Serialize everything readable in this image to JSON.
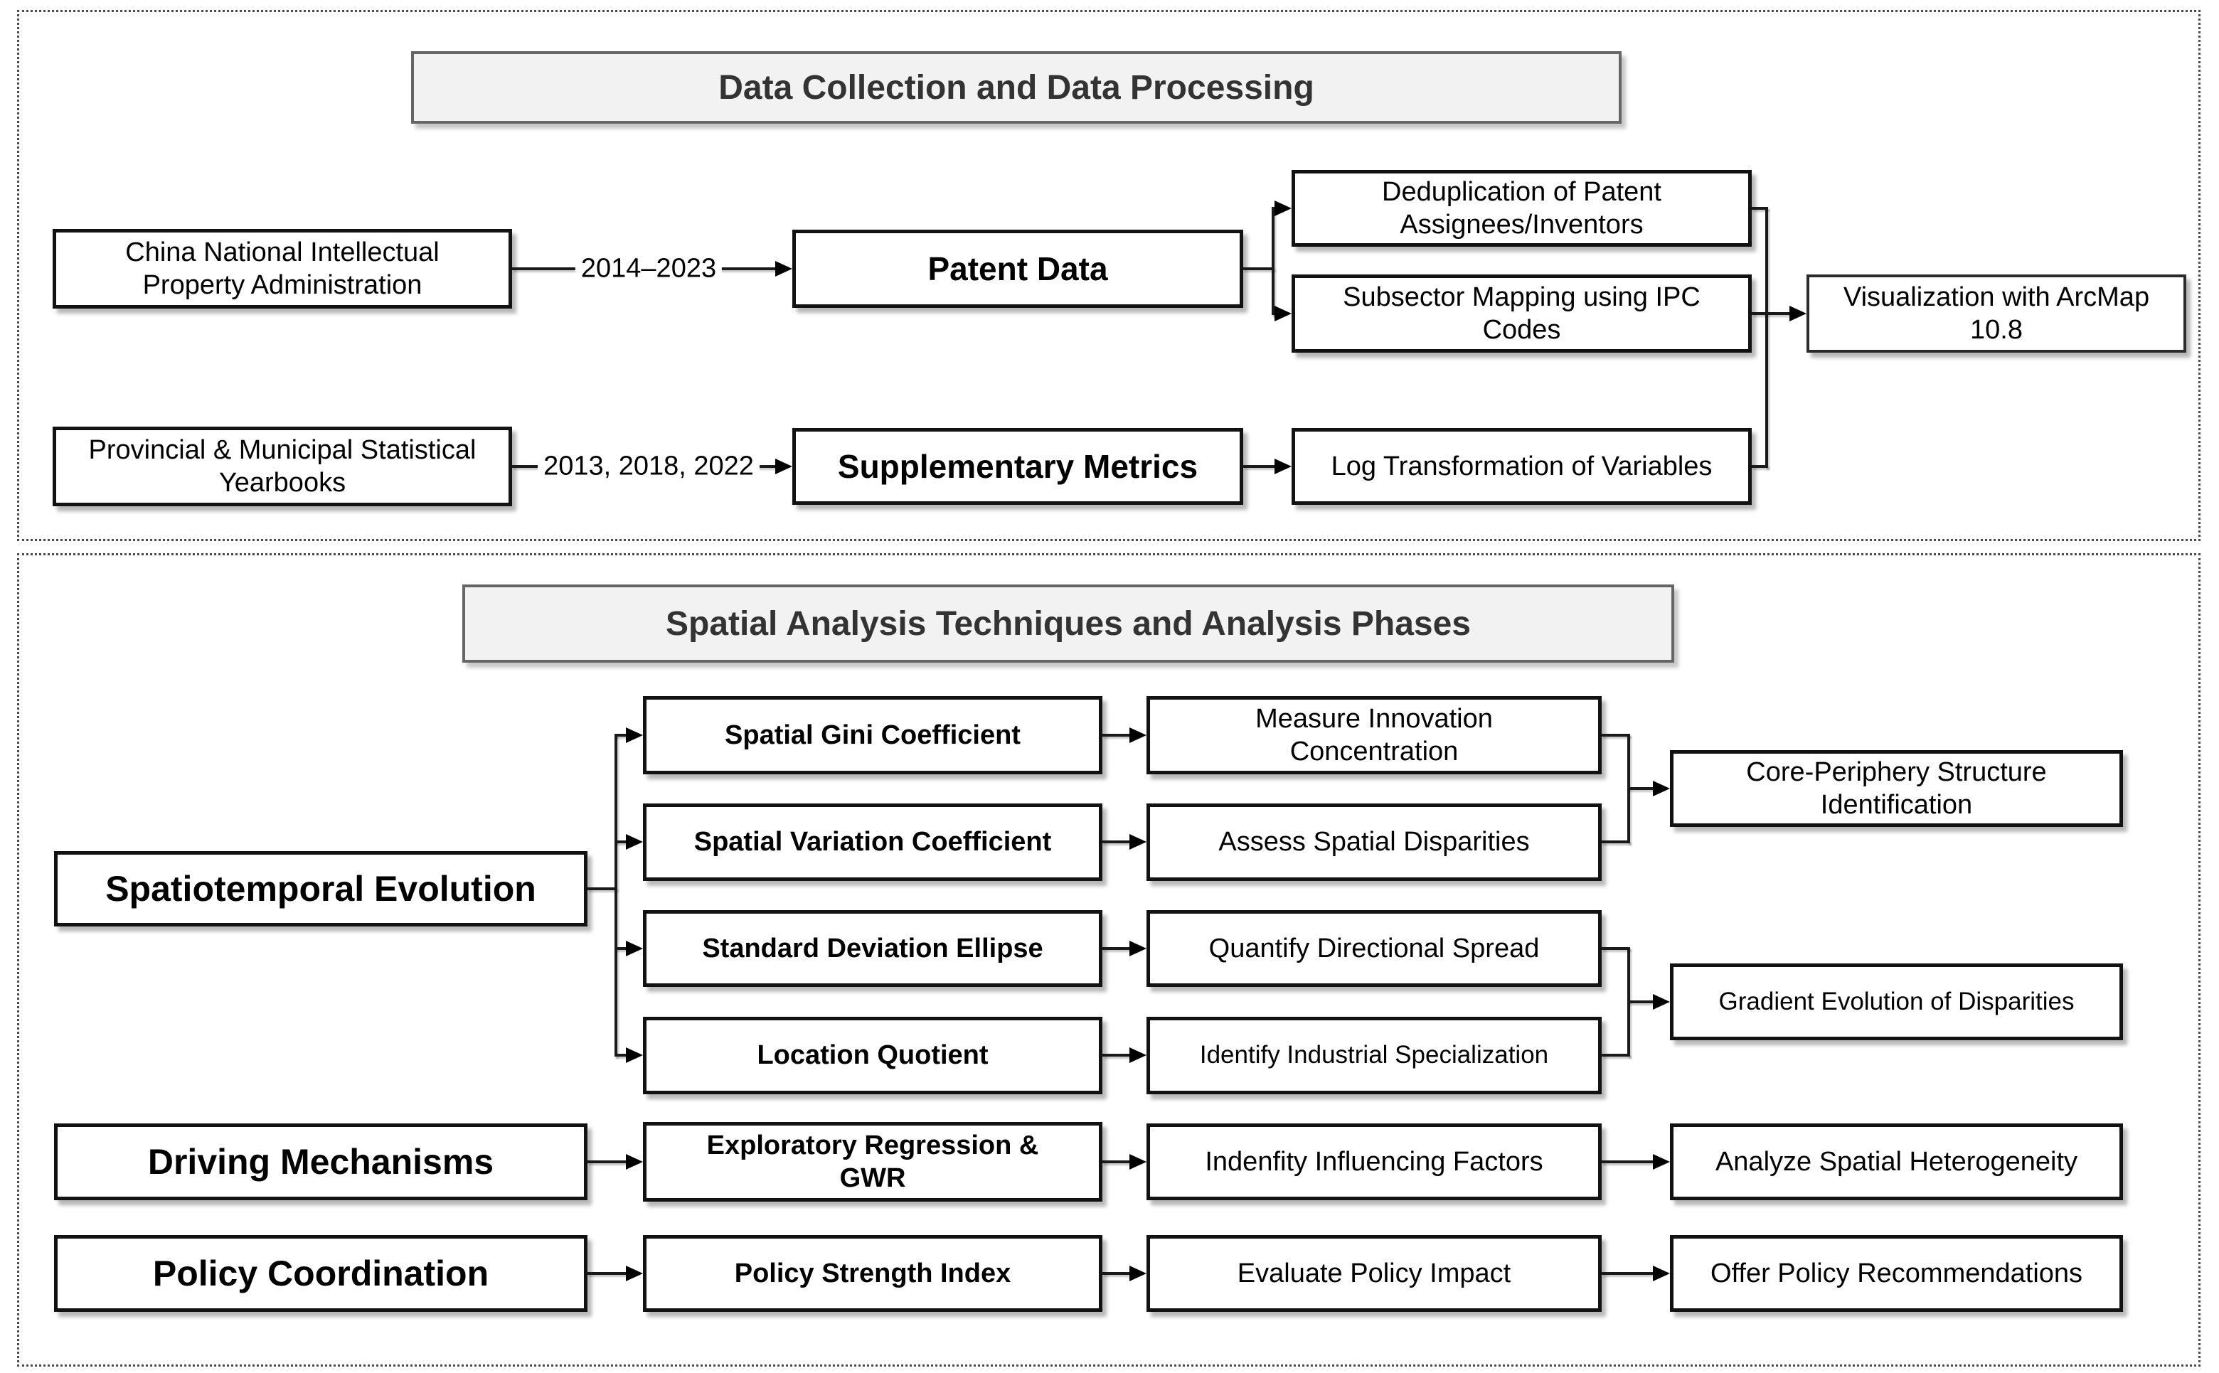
{
  "section1": {
    "title": "Data Collection and Data Processing",
    "nodes": {
      "cnipa": "China National Intellectual\nProperty Administration",
      "patent": "Patent Data",
      "dedup": "Deduplication of Patent\nAssignees/Inventors",
      "subsector": "Subsector Mapping using IPC\nCodes",
      "viz": "Visualization with ArcMap\n10.8",
      "provincial": "Provincial & Municipal Statistical\nYearbooks",
      "supp": "Supplementary Metrics",
      "log": "Log Transformation of Variables"
    },
    "edge_labels": {
      "patent_years": "2014–2023",
      "yearbook_years": "2013, 2018, 2022"
    }
  },
  "section2": {
    "title": "Spatial Analysis Techniques and Analysis Phases",
    "phases": {
      "spatiotemporal": "Spatiotemporal Evolution",
      "driving": "Driving Mechanisms",
      "policy": "Policy Coordination"
    },
    "methods": {
      "gini": "Spatial Gini Coefficient",
      "variation": "Spatial Variation Coefficient",
      "ellipse": "Standard Deviation Ellipse",
      "quotient": "Location Quotient",
      "regression": "Exploratory Regression &\nGWR",
      "strength": "Policy Strength Index"
    },
    "actions": {
      "measure": "Measure Innovation\nConcentration",
      "assess": "Assess Spatial Disparities",
      "quantify": "Quantify Directional Spread",
      "identify": "Identify Industrial Specialization",
      "indenfity": "Indenfity Influencing Factors",
      "evaluate": "Evaluate Policy Impact"
    },
    "outcomes": {
      "core_periphery": "Core-Periphery Structure\nIdentification",
      "gradient": "Gradient Evolution of Disparities",
      "heterogeneity": "Analyze Spatial Heterogeneity",
      "recommendations": "Offer Policy Recommendations"
    }
  },
  "colors": {
    "box_border": "#121212",
    "title_bg": "#f2f2f2",
    "title_border": "#666666",
    "line": "#1a1a1a"
  }
}
